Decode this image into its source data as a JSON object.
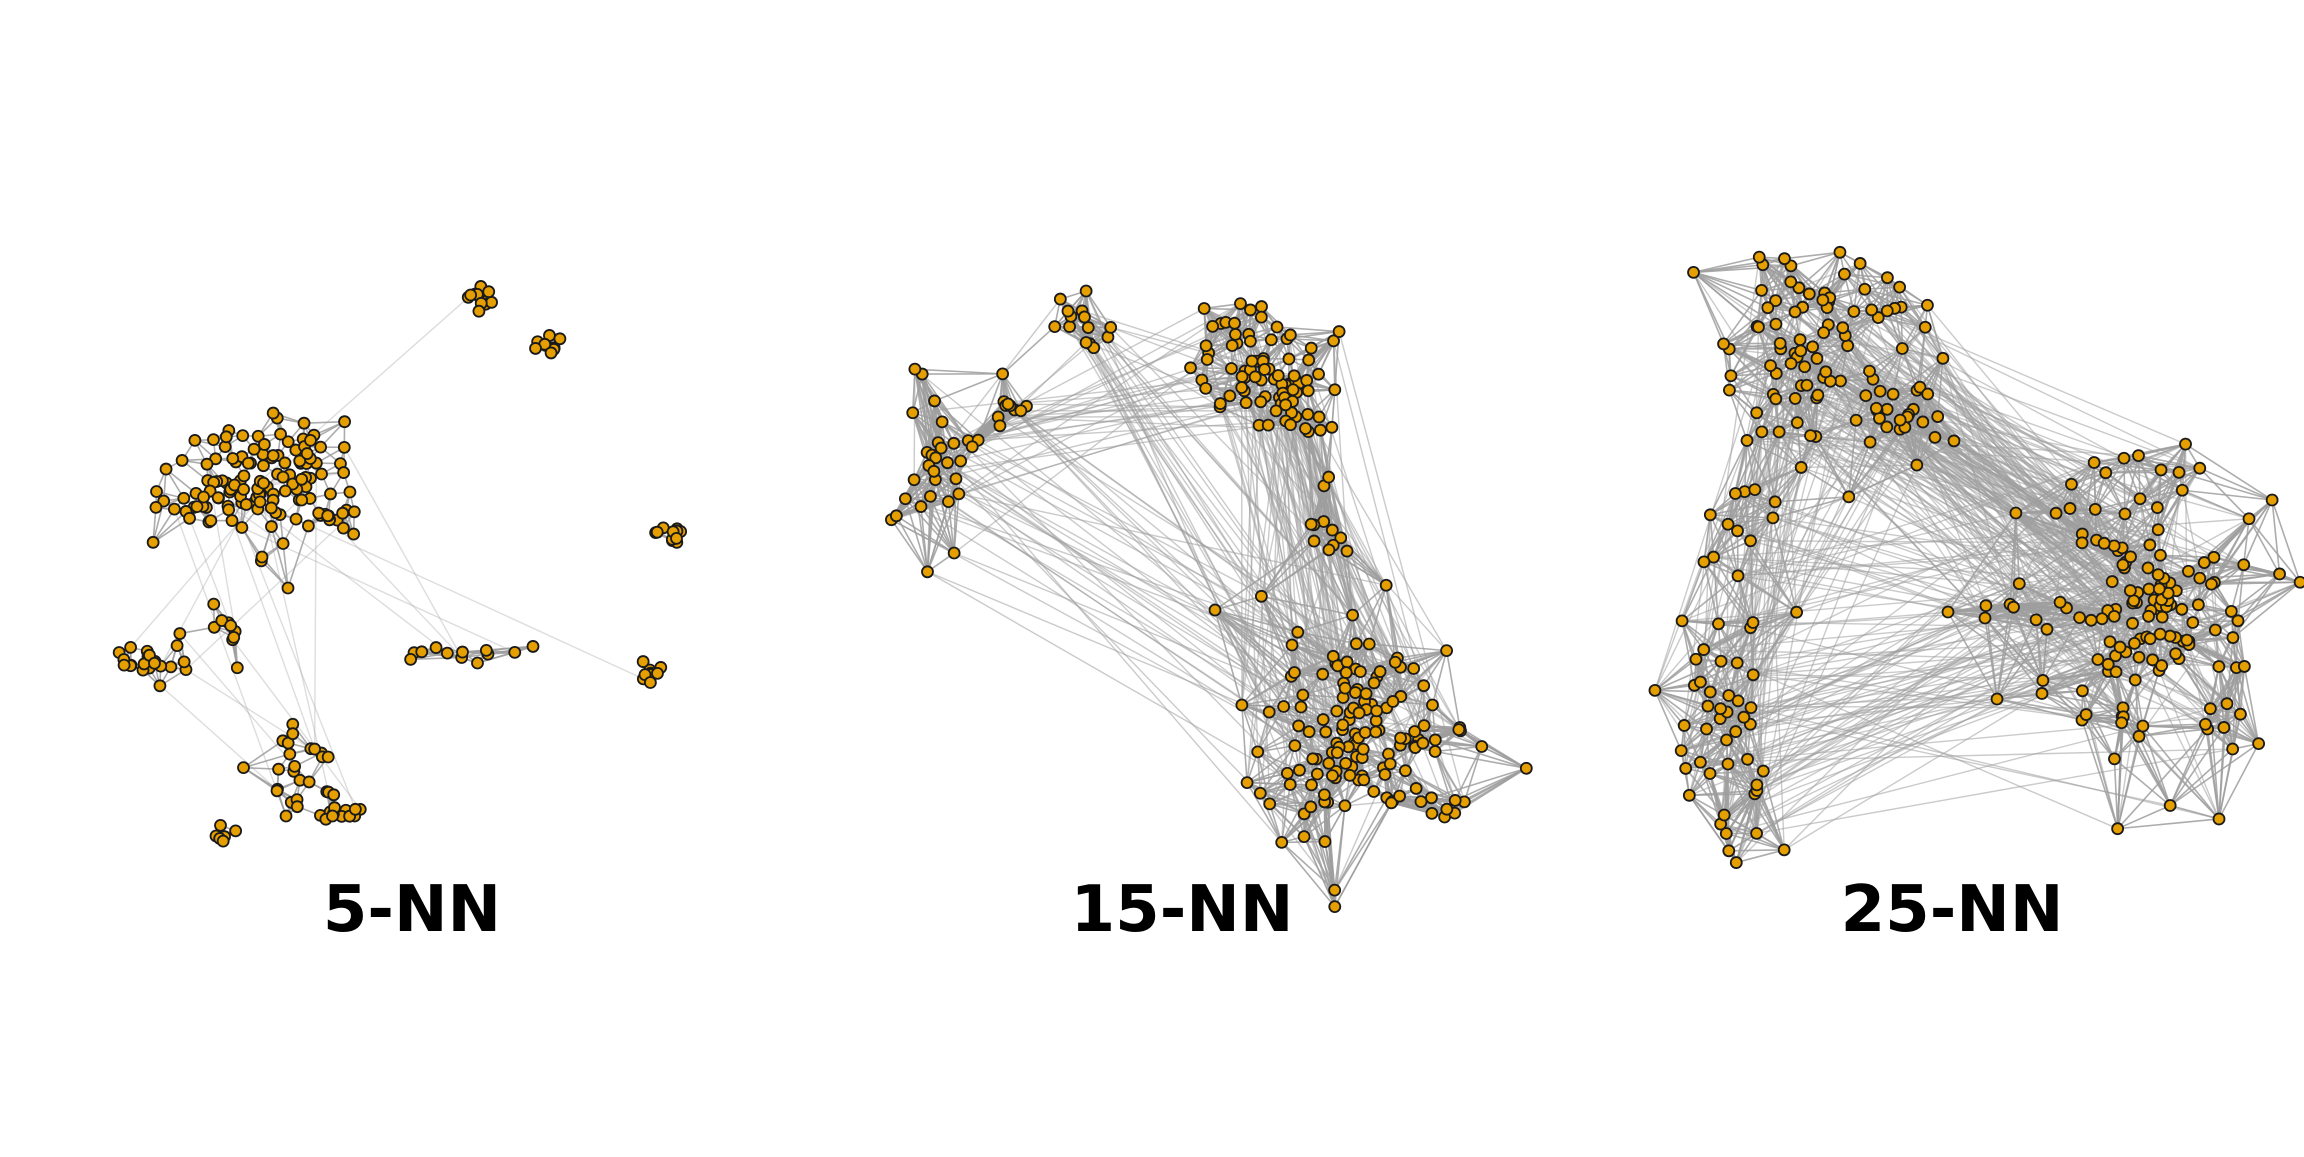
{
  "colors": {
    "node_fill": "#E69F00",
    "node_stroke": "#1a1a1a",
    "edge": "#9E9E9E",
    "background": "#FFFFFF"
  },
  "panels": [
    {
      "label": "5-NN",
      "k": 5
    },
    {
      "label": "15-NN",
      "k": 15
    },
    {
      "label": "25-NN",
      "k": 25
    }
  ]
}
